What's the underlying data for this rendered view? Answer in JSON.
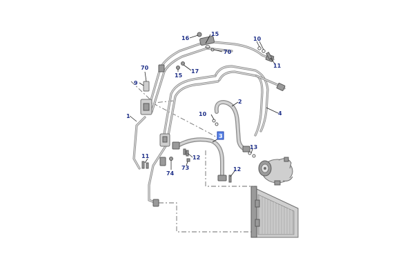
{
  "colors": {
    "callout_text": "#1e2f88",
    "highlight_fill": "#5b86e8",
    "hose": "#8c8c8c"
  },
  "callouts": {
    "c1": "1",
    "c2": "2",
    "c3": "3",
    "c4": "4",
    "c9": "9",
    "c10_top": "10",
    "c10_mid": "10",
    "c11_right": "11",
    "c11_left": "11",
    "c12_right": "12",
    "c12_bottom": "12",
    "c13": "13",
    "c15_top": "15",
    "c15_mid": "15",
    "c16": "16",
    "c17": "17",
    "c70_top": "70",
    "c70_left": "70",
    "c73": "73",
    "c74": "74"
  }
}
